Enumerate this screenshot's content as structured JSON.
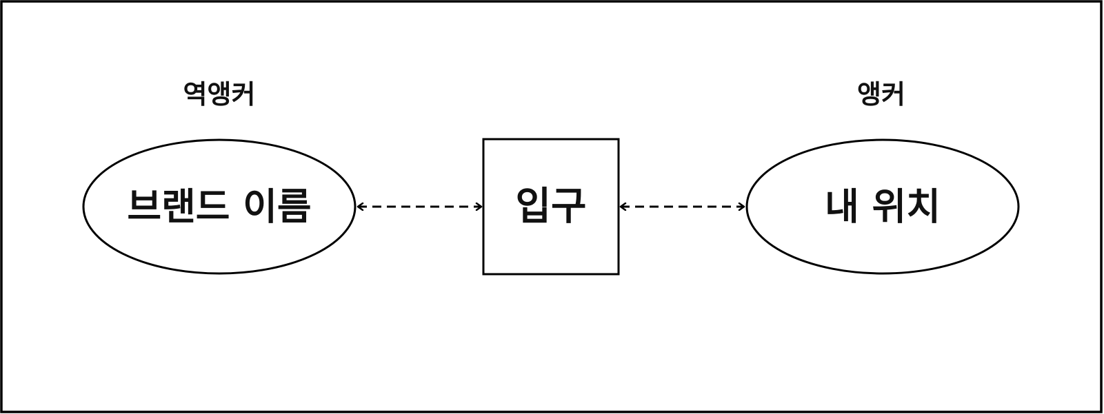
{
  "diagram": {
    "left_caption": "역앵커",
    "right_caption": "앵커",
    "left_node": "브랜드 이름",
    "center_node": "입구",
    "right_node": "내 위치"
  },
  "colors": {
    "stroke": "#000000",
    "text": "#111111",
    "background": "#ffffff"
  }
}
